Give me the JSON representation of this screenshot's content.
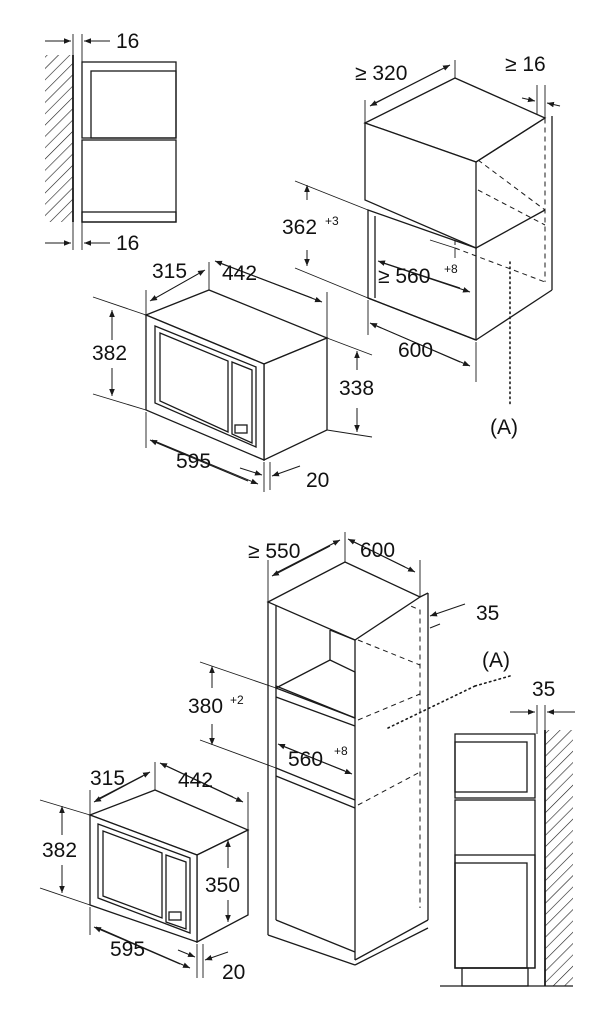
{
  "top": {
    "side_gap_top": "16",
    "side_gap_bottom": "16",
    "cab_depth_min": "≥ 320",
    "cab_back_gap_min": "≥ 16",
    "niche_height": "362",
    "niche_height_tol": "+3",
    "niche_width_min": "≥ 560",
    "niche_width_tol": "+8",
    "cab_width": "600",
    "ref_label": "(A)",
    "mw_depth": "315",
    "mw_top_depth": "442",
    "mw_height": "382",
    "mw_body_height": "338",
    "mw_width": "595",
    "mw_frame": "20"
  },
  "bottom": {
    "cab_depth_min": "≥ 550",
    "cab_width": "600",
    "cab_side_gap": "35",
    "ref_label": "(A)",
    "niche_height": "380",
    "niche_height_tol": "+2",
    "niche_width": "560",
    "niche_width_tol": "+8",
    "side_gap": "35",
    "mw_depth": "315",
    "mw_top_depth": "442",
    "mw_height": "382",
    "mw_body_height": "350",
    "mw_width": "595",
    "mw_frame": "20"
  }
}
